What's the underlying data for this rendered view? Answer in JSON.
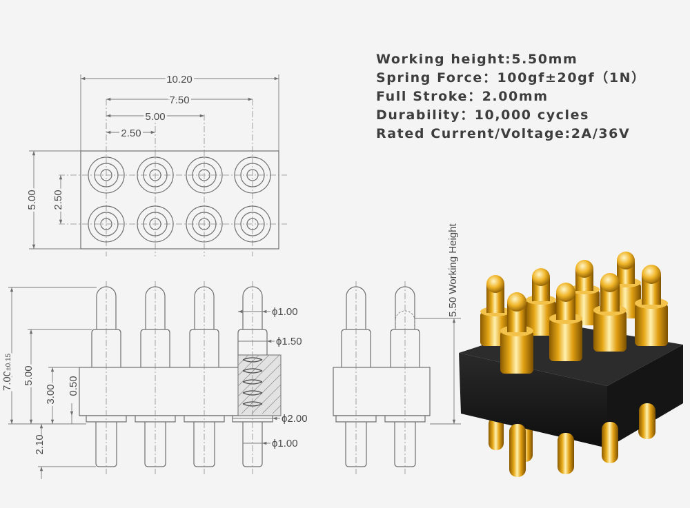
{
  "specs": [
    "Working height:5.50mm",
    "Spring Force：100gf±20gf（1N）",
    "Full Stroke：2.00mm",
    "Durability：10,000 cycles",
    "Rated Current/Voltage:2A/36V"
  ],
  "top_view": {
    "dims": {
      "total_width": "10.20",
      "span_3": "7.50",
      "span_2": "5.00",
      "pitch": "2.50",
      "height": "5.00",
      "row_pitch": "2.50"
    }
  },
  "side_view": {
    "total_height": "7.00",
    "total_height_tol": "±0.15",
    "upper_height": "5.00",
    "body_height": "3.00",
    "flange": "0.50",
    "tail_length": "2.10",
    "plunger_dia": "ϕ1.00",
    "barrel_dia": "ϕ1.50",
    "flange_dia": "ϕ2.00",
    "tail_dia": "ϕ1.00"
  },
  "front_view": {
    "working_height_label": "5.50 Working Height"
  },
  "colors": {
    "gold": "#e6a817",
    "gold_highlight": "#fff1b0",
    "gold_dark": "#8a5a00",
    "insulator": "#1b1b1b",
    "spec_text": "#3d3d3d",
    "line": "#6e6e6e"
  }
}
